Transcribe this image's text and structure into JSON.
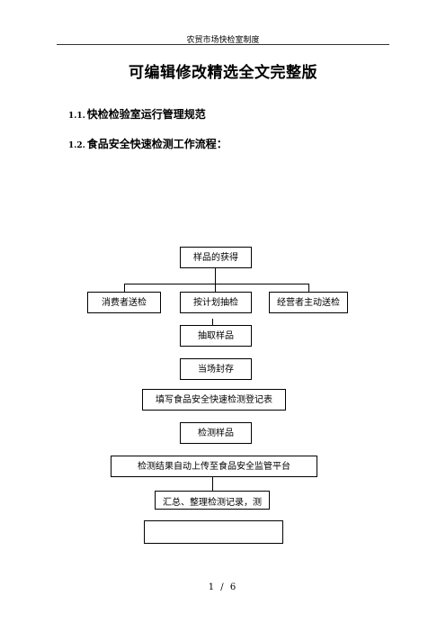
{
  "header": {
    "text": "农贸市场快检室制度"
  },
  "title": "可编辑修改精选全文完整版",
  "headings": [
    {
      "num": "1.1.",
      "text": "快检检验室运行管理规范"
    },
    {
      "num": "1.2.",
      "text": "食品安全快速检测工作流程："
    }
  ],
  "flow": {
    "sample_acquire": "样品的获得",
    "consumer_submit": "消费者送检",
    "planned_sampling": "按计划抽检",
    "operator_submit": "经营者主动送检",
    "take_sample": "抽取样品",
    "seal": "当场封存",
    "fill_form": "填写食品安全快速检测登记表",
    "test_sample": "检测样品",
    "upload": "检测结果自动上传至食品安全监管平台",
    "summary": "汇总、整理检测记录，测",
    "last": ""
  },
  "footer": {
    "page": "1 / 6"
  }
}
